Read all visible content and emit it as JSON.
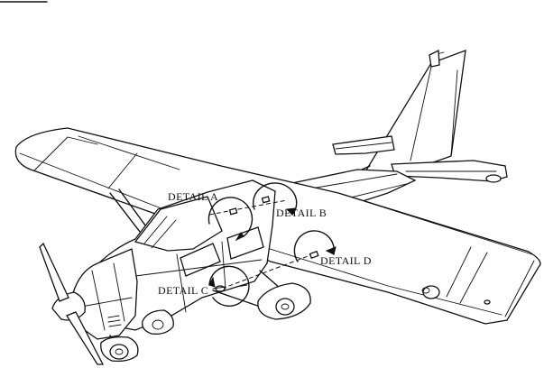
{
  "labels": {
    "detail_a": "DETAIL A",
    "detail_b": "DETAIL B",
    "detail_c": "DETAIL C",
    "detail_d": "DETAIL D"
  }
}
